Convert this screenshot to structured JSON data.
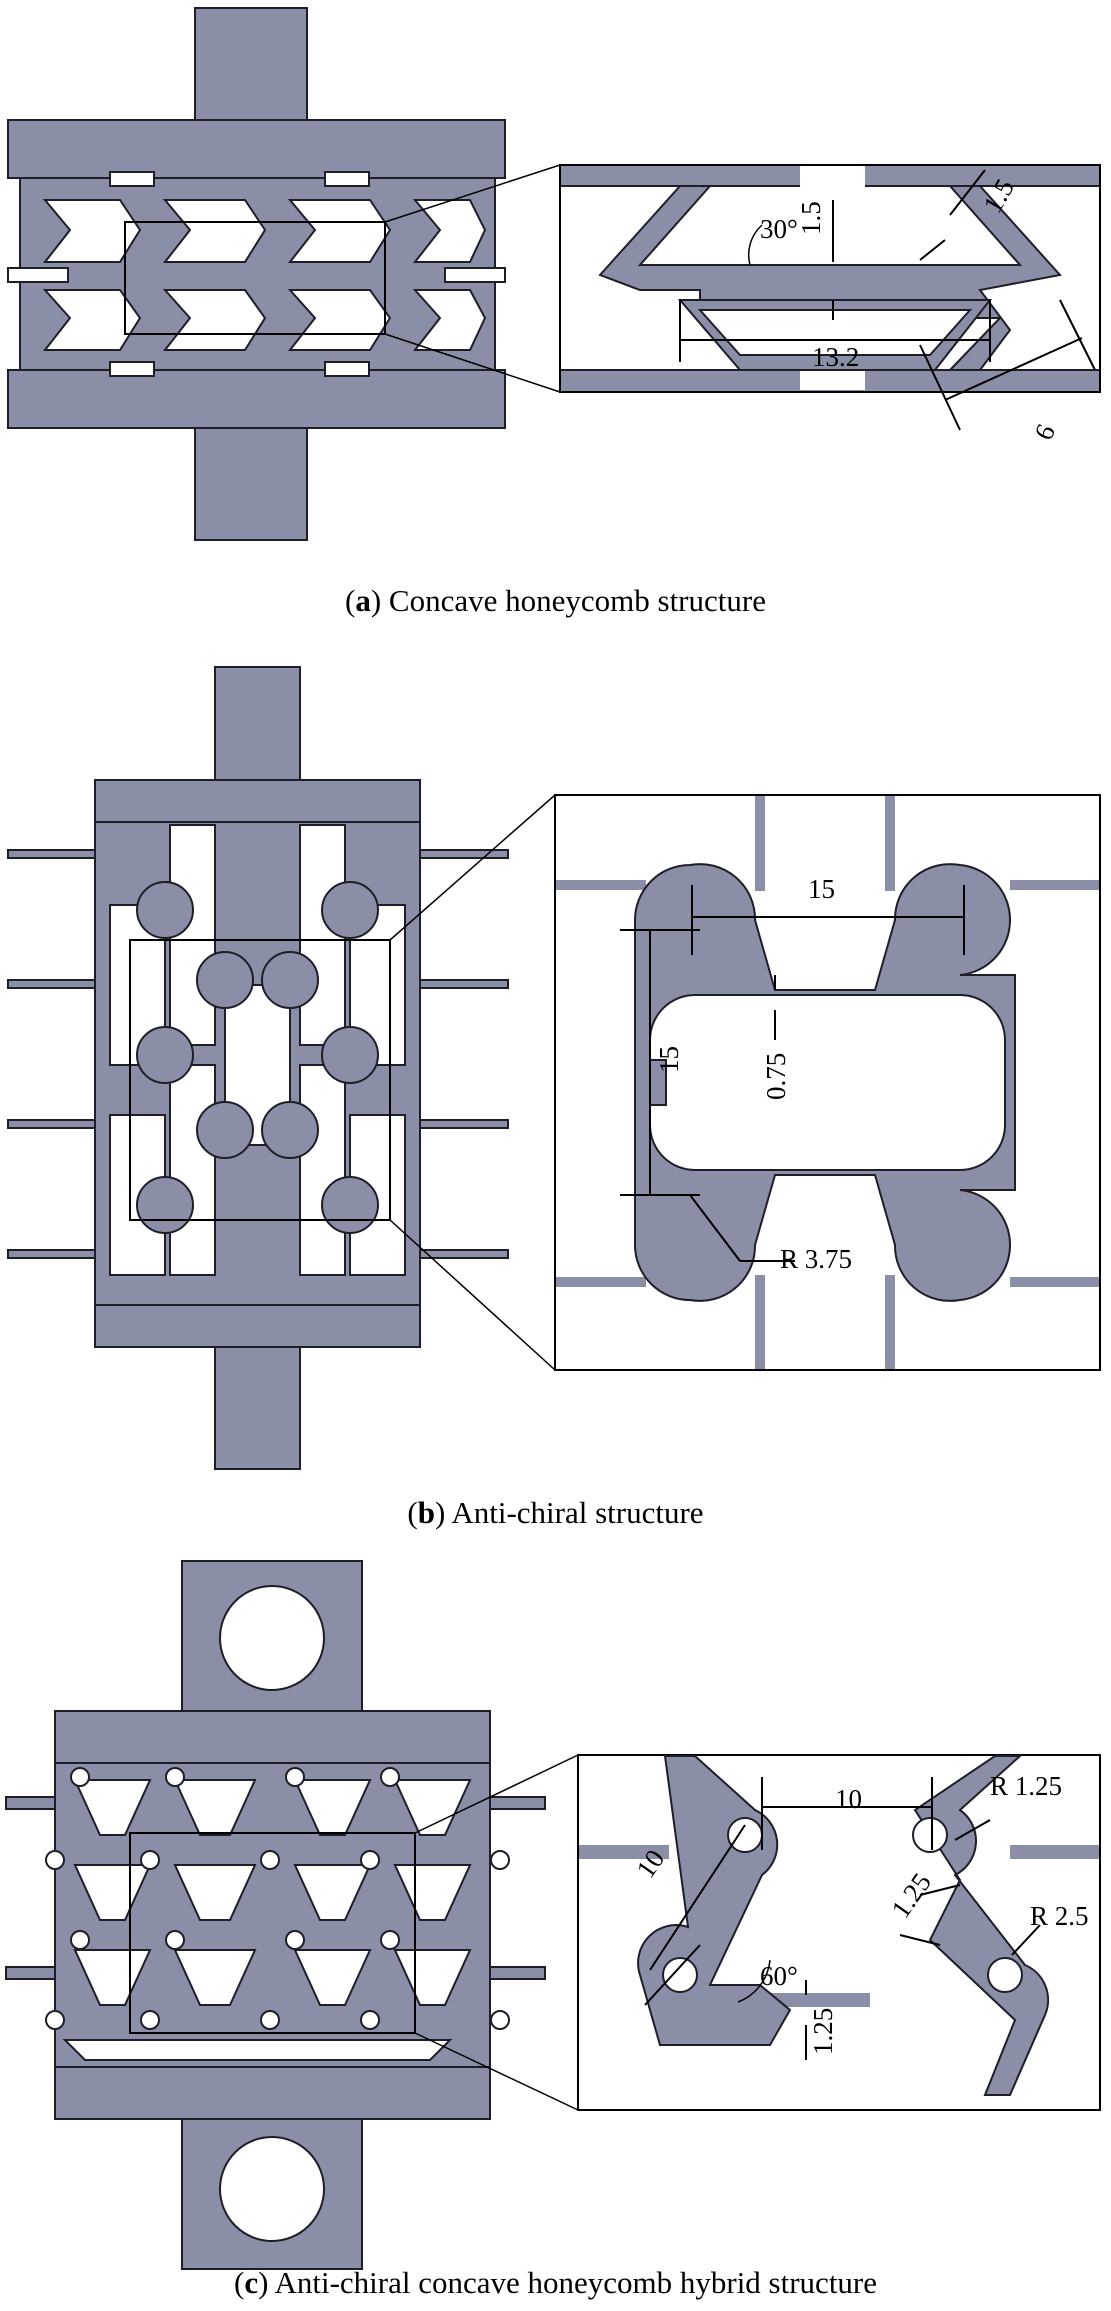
{
  "figure": {
    "colors": {
      "material": "#8a8ea6",
      "outline": "#1e1e28",
      "background": "#ffffff"
    },
    "panels": [
      {
        "label": "a",
        "caption": "Concave honeycomb structure",
        "dims": {
          "wall": "1.5",
          "gap": "1.5",
          "angle": "30°",
          "width": "13.2",
          "height": "6"
        }
      },
      {
        "label": "b",
        "caption": "Anti-chiral structure",
        "dims": {
          "pitch_h": "15",
          "pitch_v": "15",
          "thickness": "0.75",
          "radius": "R 3.75"
        }
      },
      {
        "label": "c",
        "caption": "Anti-chiral concave honeycomb hybrid structure",
        "dims": {
          "pitch": "10",
          "length": "10",
          "inner_radius": "R 1.25",
          "outer_radius": "R 2.5",
          "wall": "1.25",
          "gap": "1.25",
          "angle": "60°"
        }
      }
    ]
  }
}
